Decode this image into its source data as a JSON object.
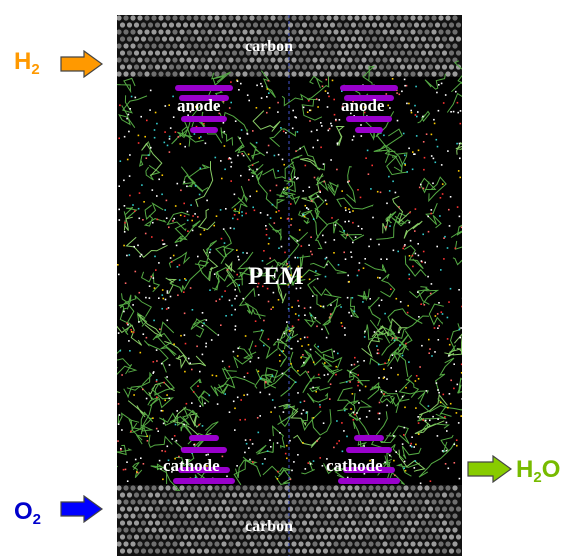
{
  "labels": {
    "carbon_top": "carbon",
    "carbon_bottom": "carbon",
    "anode_left": "anode",
    "anode_right": "anode",
    "pem": "PEM",
    "cathode_left": "cathode",
    "cathode_right": "cathode"
  },
  "gases": {
    "h2": {
      "base": "H",
      "sub": "2",
      "color": "#ff9900",
      "arrow_color": "#ff9900"
    },
    "o2": {
      "base": "O",
      "sub": "2",
      "color": "#0000cc",
      "arrow_color": "#0000ff"
    },
    "h2o": {
      "base": "H",
      "sub": "2",
      "tail": "O",
      "color": "#77bb00",
      "arrow_color": "#88cc00"
    }
  },
  "colors": {
    "background": "#000000",
    "polymer": "#55aa44",
    "water": "#ffffff",
    "catalyst": "#9900cc",
    "carbon": "#888888",
    "divider": "#4455cc"
  }
}
